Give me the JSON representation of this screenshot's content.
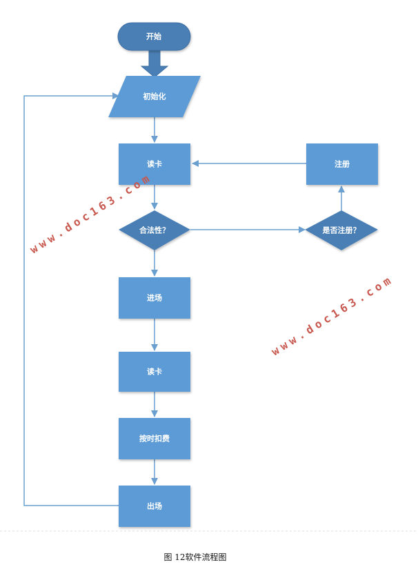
{
  "nodes": {
    "start": "开始",
    "init": "初始化",
    "read_card_1": "读卡",
    "register": "注册",
    "valid_check": "合法性？",
    "is_registered": "是否注册？",
    "enter": "进场",
    "read_card_2": "读卡",
    "charge_by_time": "按时扣费",
    "exit": "出场"
  },
  "watermark": "www.doc163.com",
  "caption": "图 12软件流程图",
  "colors": {
    "node_fill": "#5b9bd5",
    "node_fill_dark": "#4a7fb5",
    "connector": "#6a9fd0",
    "watermark": "#c8584e"
  }
}
